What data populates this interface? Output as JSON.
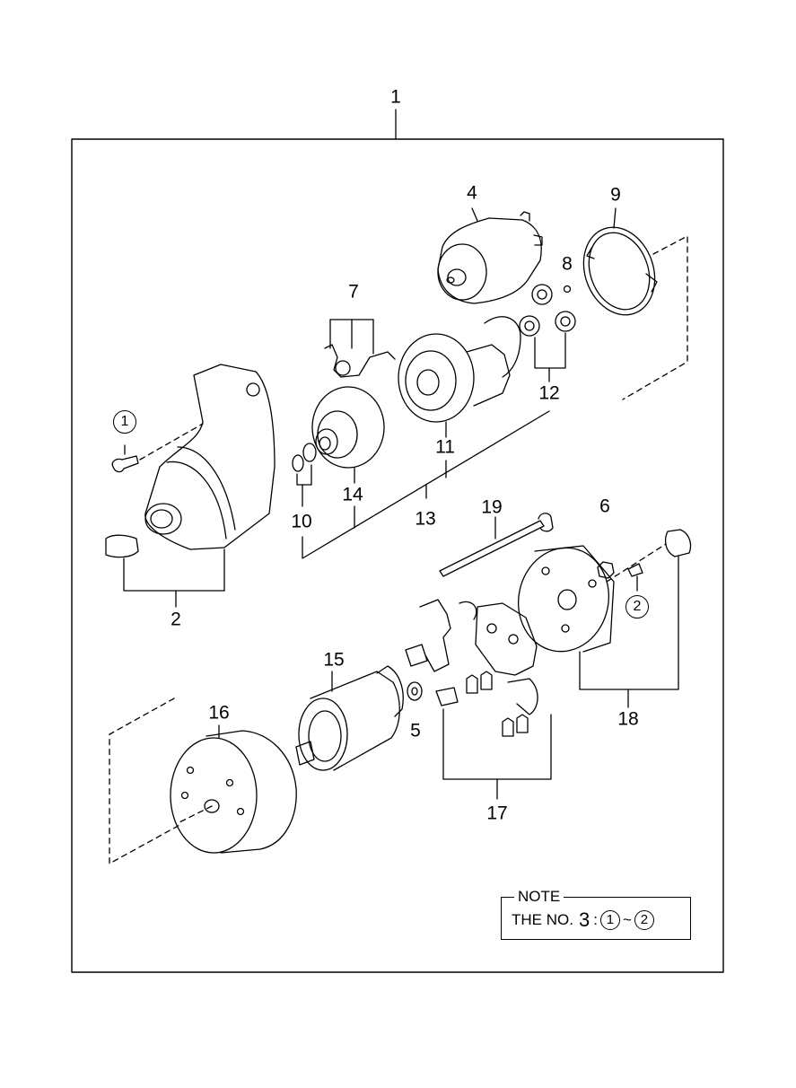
{
  "labels": {
    "p1": "1",
    "p2": "2",
    "p4": "4",
    "p5": "5",
    "p6": "6",
    "p7": "7",
    "p8": "8",
    "p9": "9",
    "p10": "10",
    "p11": "11",
    "p12": "12",
    "p13": "13",
    "p14": "14",
    "p15": "15",
    "p16": "16",
    "p17": "17",
    "p18": "18",
    "p19": "19"
  },
  "circled": {
    "c1": "1",
    "c2": "2"
  },
  "note": {
    "title": "NOTE",
    "prefix": "THE NO.",
    "number": "3",
    "colon": ":",
    "from": "1",
    "tilde": "~",
    "to": "2"
  }
}
